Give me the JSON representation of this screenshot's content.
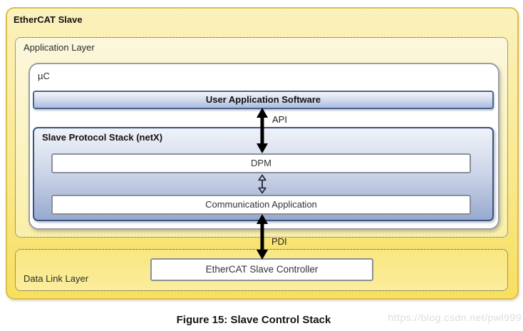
{
  "diagram": {
    "title": "EtherCAT Slave",
    "application_layer": {
      "label": "Application Layer"
    },
    "data_link_layer": {
      "label": "Data Link Layer"
    },
    "uc": {
      "label": "µC"
    },
    "user_application": {
      "label": "User Application Software"
    },
    "protocol_stack": {
      "label": "Slave Protocol Stack (netX)"
    },
    "dpm": {
      "label": "DPM"
    },
    "communication_application": {
      "label": "Communication Application"
    },
    "esc": {
      "label": "EtherCAT Slave Controller"
    },
    "connectors": {
      "api": {
        "label": "API"
      },
      "pdi": {
        "label": "PDI"
      }
    }
  },
  "caption": "Figure 15: Slave Control Stack",
  "watermark": "https://blog.csdn.net/pwl999",
  "colors": {
    "outer_border": "#DCBE4E",
    "outer_fill_top": "#FBF1BC",
    "outer_fill_bottom": "#F7DF5F",
    "layer_fill_top": "#FCF7DC",
    "layer_fill_bottom": "#FAEFA8",
    "dotted_border": "#3C3C3C",
    "navy_border": "#3A5384",
    "bar_fill_top": "#F0F4FA",
    "bar_fill_bottom": "#ABBBDD",
    "stack_fill_top": "#EFF2F8",
    "stack_fill_bottom": "#97A9CE",
    "inner_box_border": "#8B9099",
    "arrow_color": "#000000",
    "watermark_color": "#DCDDDF"
  }
}
